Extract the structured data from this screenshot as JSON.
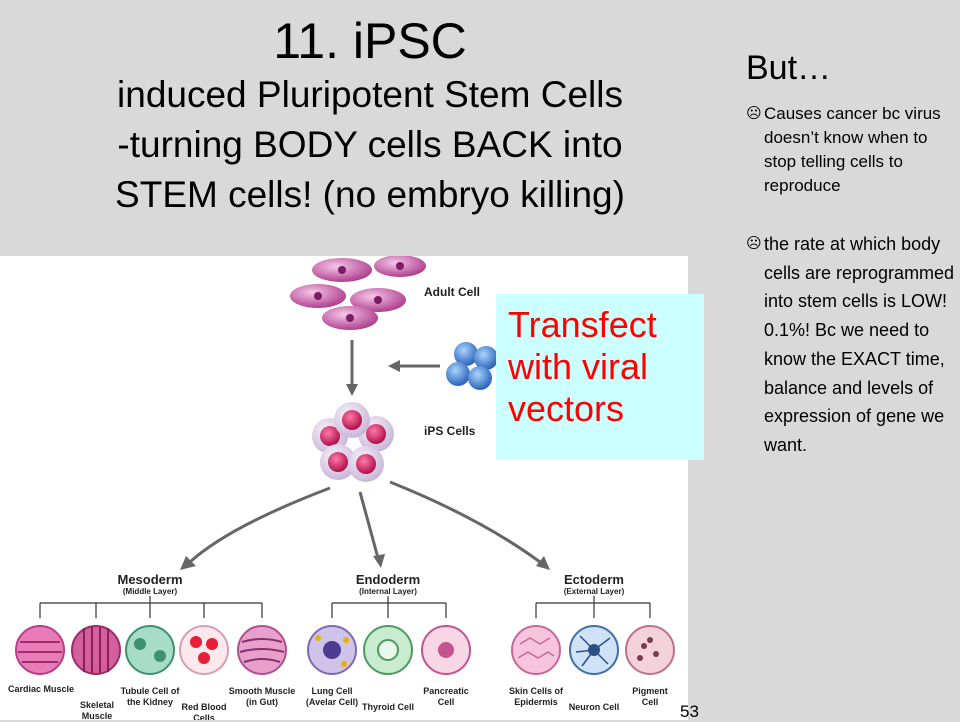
{
  "title": {
    "line1": "11. iPSC",
    "line2": "induced Pluripotent Stem Cells",
    "line3": "-turning BODY cells BACK into",
    "line4": "STEM cells! (no embryo killing)"
  },
  "side": {
    "heading": "But…",
    "bullet_symbol": "☹",
    "bullets": [
      "Causes cancer bc virus doesn’t know when to stop telling cells to reproduce",
      "the rate at which body cells are reprogrammed into stem cells is LOW! 0.1%! Bc we need to know the EXACT time, balance and levels of expression of gene we want."
    ]
  },
  "callout": {
    "text": "Transfect with viral vectors"
  },
  "diagram": {
    "adult_cell": "Adult Cell",
    "ips_cells": "iPS Cells",
    "layers": [
      {
        "name": "Mesoderm",
        "sub": "(Middle Layer)"
      },
      {
        "name": "Endoderm",
        "sub": "(Internal Layer)"
      },
      {
        "name": "Ectoderm",
        "sub": "(External Layer)"
      }
    ],
    "cells": [
      "Cardiac Muscle",
      "Skeletal Muscle Cells",
      "Tubule Cell of the Kidney",
      "Red Blood Cells",
      "Smooth Muscle (in Gut)",
      "Lung Cell (Avelar Cell)",
      "Thyroid Cell",
      "Pancreatic Cell",
      "Skin Cells of Epidermis",
      "Neuron Cell",
      "Pigment Cell"
    ]
  },
  "page_number": "53"
}
